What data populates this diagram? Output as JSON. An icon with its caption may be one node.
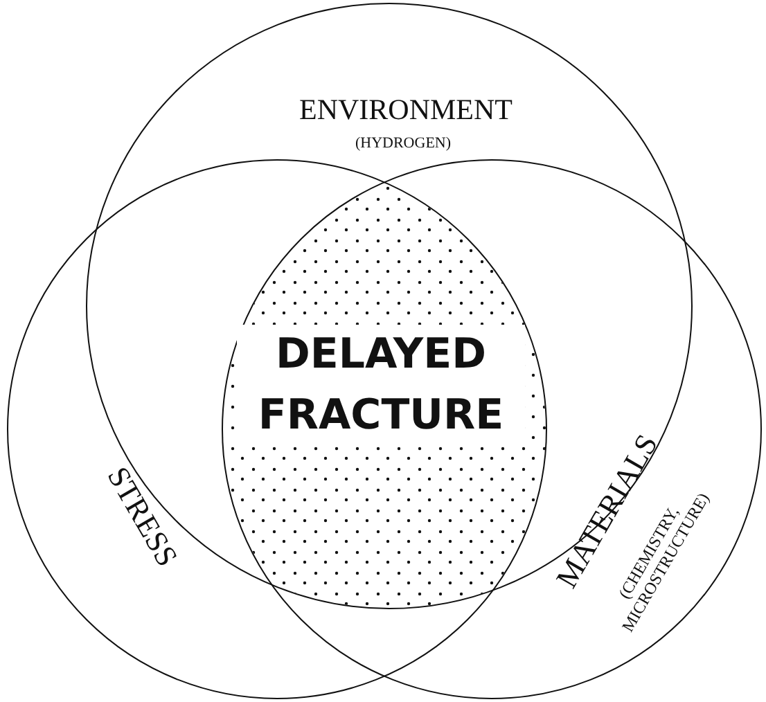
{
  "diagram": {
    "nodes": [
      {
        "text": [
          "ENVIRONMENT",
          "(HYDROGEN)"
        ]
      },
      {
        "text": [
          "STRESS"
        ]
      },
      {
        "text": [
          "MATERIALS",
          "(CHEMISTRY, MICROSTRUCTURE)"
        ]
      },
      {
        "text": [
          "DELAYED FRACTURE"
        ]
      }
    ]
  }
}
